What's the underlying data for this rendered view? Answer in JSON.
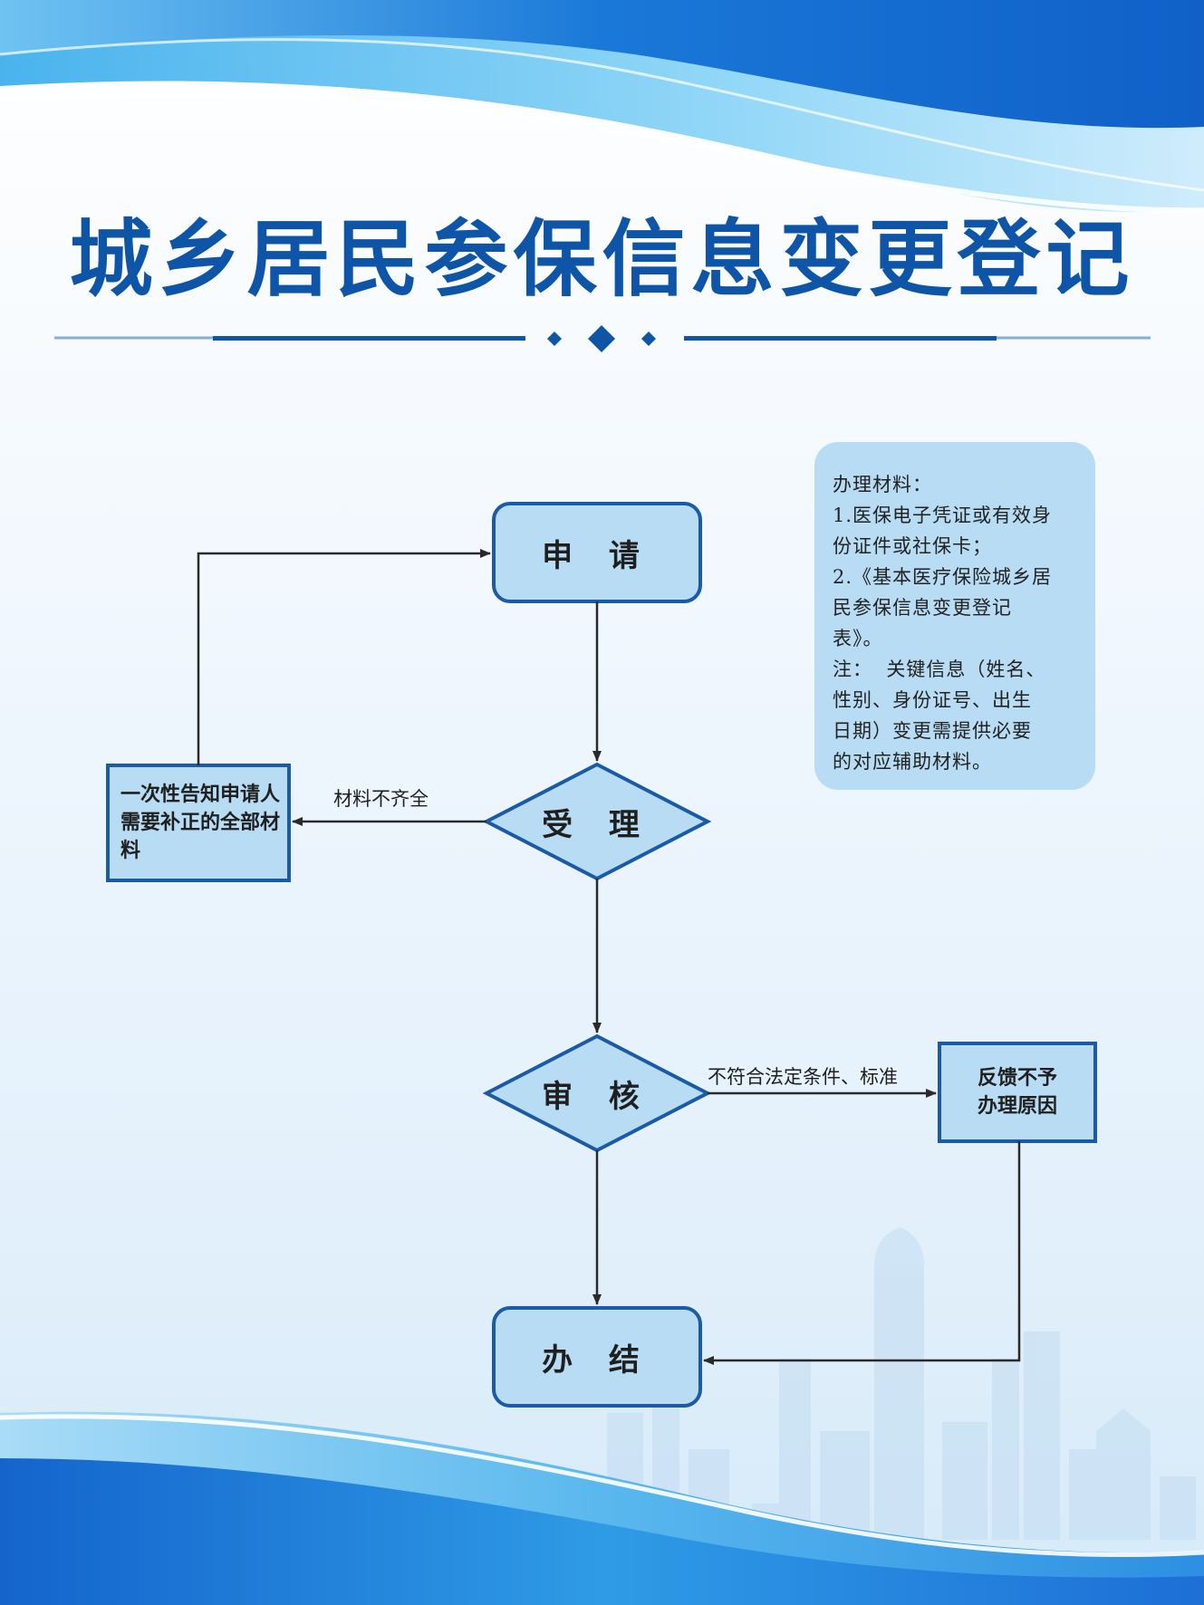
{
  "title": "城乡居民参保信息变更登记",
  "flow": {
    "apply": "申 请",
    "accept": "受 理",
    "review": "审 核",
    "done": "办 结",
    "left_box": "一次性告知申请人需要补正的全部材料",
    "right_box": "反馈不予办理原因",
    "label_incomplete": "材料不齐全",
    "label_not_met": "不符合法定条件、标准"
  },
  "materials": {
    "lines": [
      "办理材料：",
      "1.医保电子凭证或有效身",
      "份证件或社保卡；",
      "2.《基本医疗保险城乡居",
      "民参保信息变更登记",
      "表》。",
      "注：  关键信息（姓名、",
      "性别、身份证号、出生",
      "日期）变更需提供必要",
      "的对应辅助材料。"
    ]
  },
  "colors": {
    "title": "#0e55a8",
    "box_fill": "#b8dcf4",
    "box_stroke": "#1a5aa6",
    "arrow": "#2a2a2a"
  }
}
